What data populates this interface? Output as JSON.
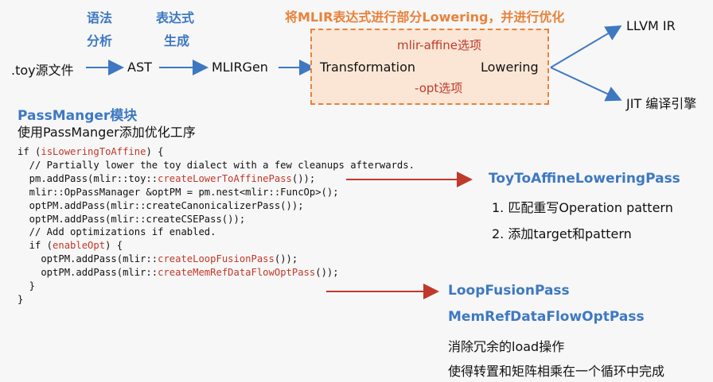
{
  "pipeline": {
    "parse_label_1": "语法",
    "parse_label_2": "分析",
    "gen_label_1": "表达式",
    "gen_label_2": "生成",
    "source": ".toy源文件",
    "ast": "AST",
    "mlirgen": "MLIRGen",
    "box_title": "将MLIR表达式进行部分Lowering，并进行优化",
    "transformation": "Transformation",
    "lowering": "Lowering",
    "option_affine": "mlir-affine选项",
    "option_opt": "-opt选项",
    "llvm_ir": "LLVM IR",
    "jit": "JIT 编译引擎"
  },
  "section": {
    "title": "PassManger模块",
    "subtitle": "使用PassManger添加优化工序"
  },
  "code": {
    "l1a": "if (",
    "l1b": "isLoweringToAffine",
    "l1c": ") {",
    "l2": "  // Partially lower the toy dialect with a few cleanups afterwards.",
    "l3a": "  pm.addPass(mlir::toy::",
    "l3b": "createLowerToAffinePass",
    "l3c": "());",
    "l4": "",
    "l5": "  mlir::OpPassManager &optPM = pm.nest<mlir::FuncOp>();",
    "l6": "  optPM.addPass(mlir::createCanonicalizerPass());",
    "l7": "  optPM.addPass(mlir::createCSEPass());",
    "l8": "",
    "l9": "  // Add optimizations if enabled.",
    "l10a": "  if (",
    "l10b": "enableOpt",
    "l10c": ") {",
    "l11a": "    optPM.addPass(mlir::",
    "l11b": "createLoopFusionPass",
    "l11c": "());",
    "l12a": "    optPM.addPass(mlir::",
    "l12b": "createMemRefDataFlowOptPass",
    "l12c": "());",
    "l13": "  }",
    "l14": "}"
  },
  "annotations": {
    "affine_pass": "ToyToAffineLoweringPass",
    "affine_note_1": "1. 匹配重写Operation pattern",
    "affine_note_2": "2. 添加target和pattern",
    "loop_fusion": "LoopFusionPass",
    "memref_pass": "MemRefDataFlowOptPass",
    "memref_note_1": "消除冗余的load操作",
    "memref_note_2": "使得转置和矩阵相乘在一个循环中完成"
  },
  "colors": {
    "accent_blue": "#3e78c2",
    "accent_orange": "#e8823a",
    "box_fill": "#fbe6d5",
    "arrow_red": "#c0392b"
  }
}
